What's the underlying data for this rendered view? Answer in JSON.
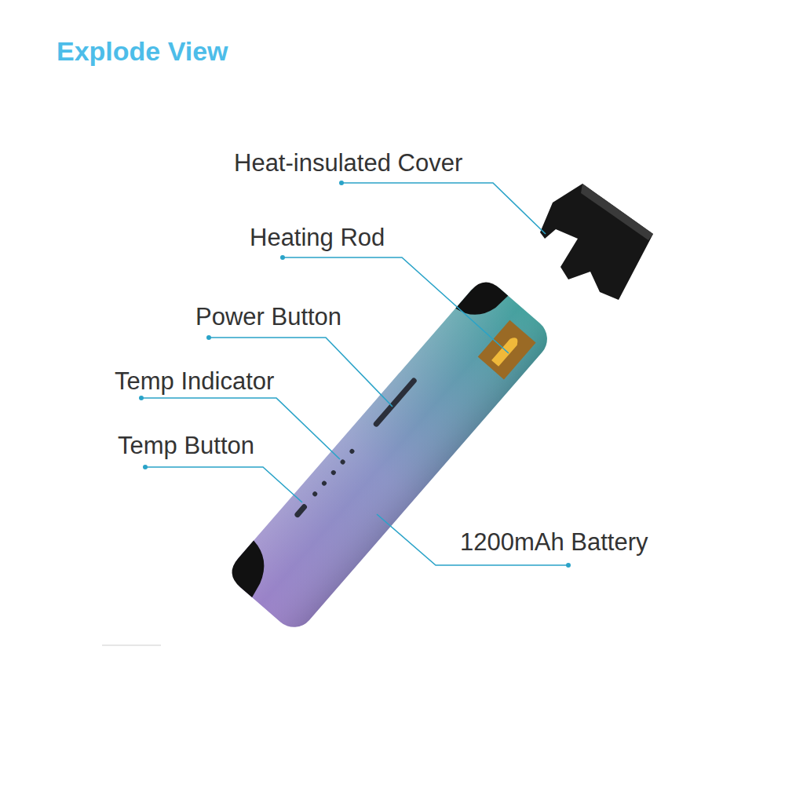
{
  "diagram": {
    "title": "Explode View",
    "labels": [
      "Heat-insulated Cover",
      "Heating Rod",
      "Power Button",
      "Temp Indicator",
      "Temp Button",
      "1200mAh Battery"
    ]
  }
}
